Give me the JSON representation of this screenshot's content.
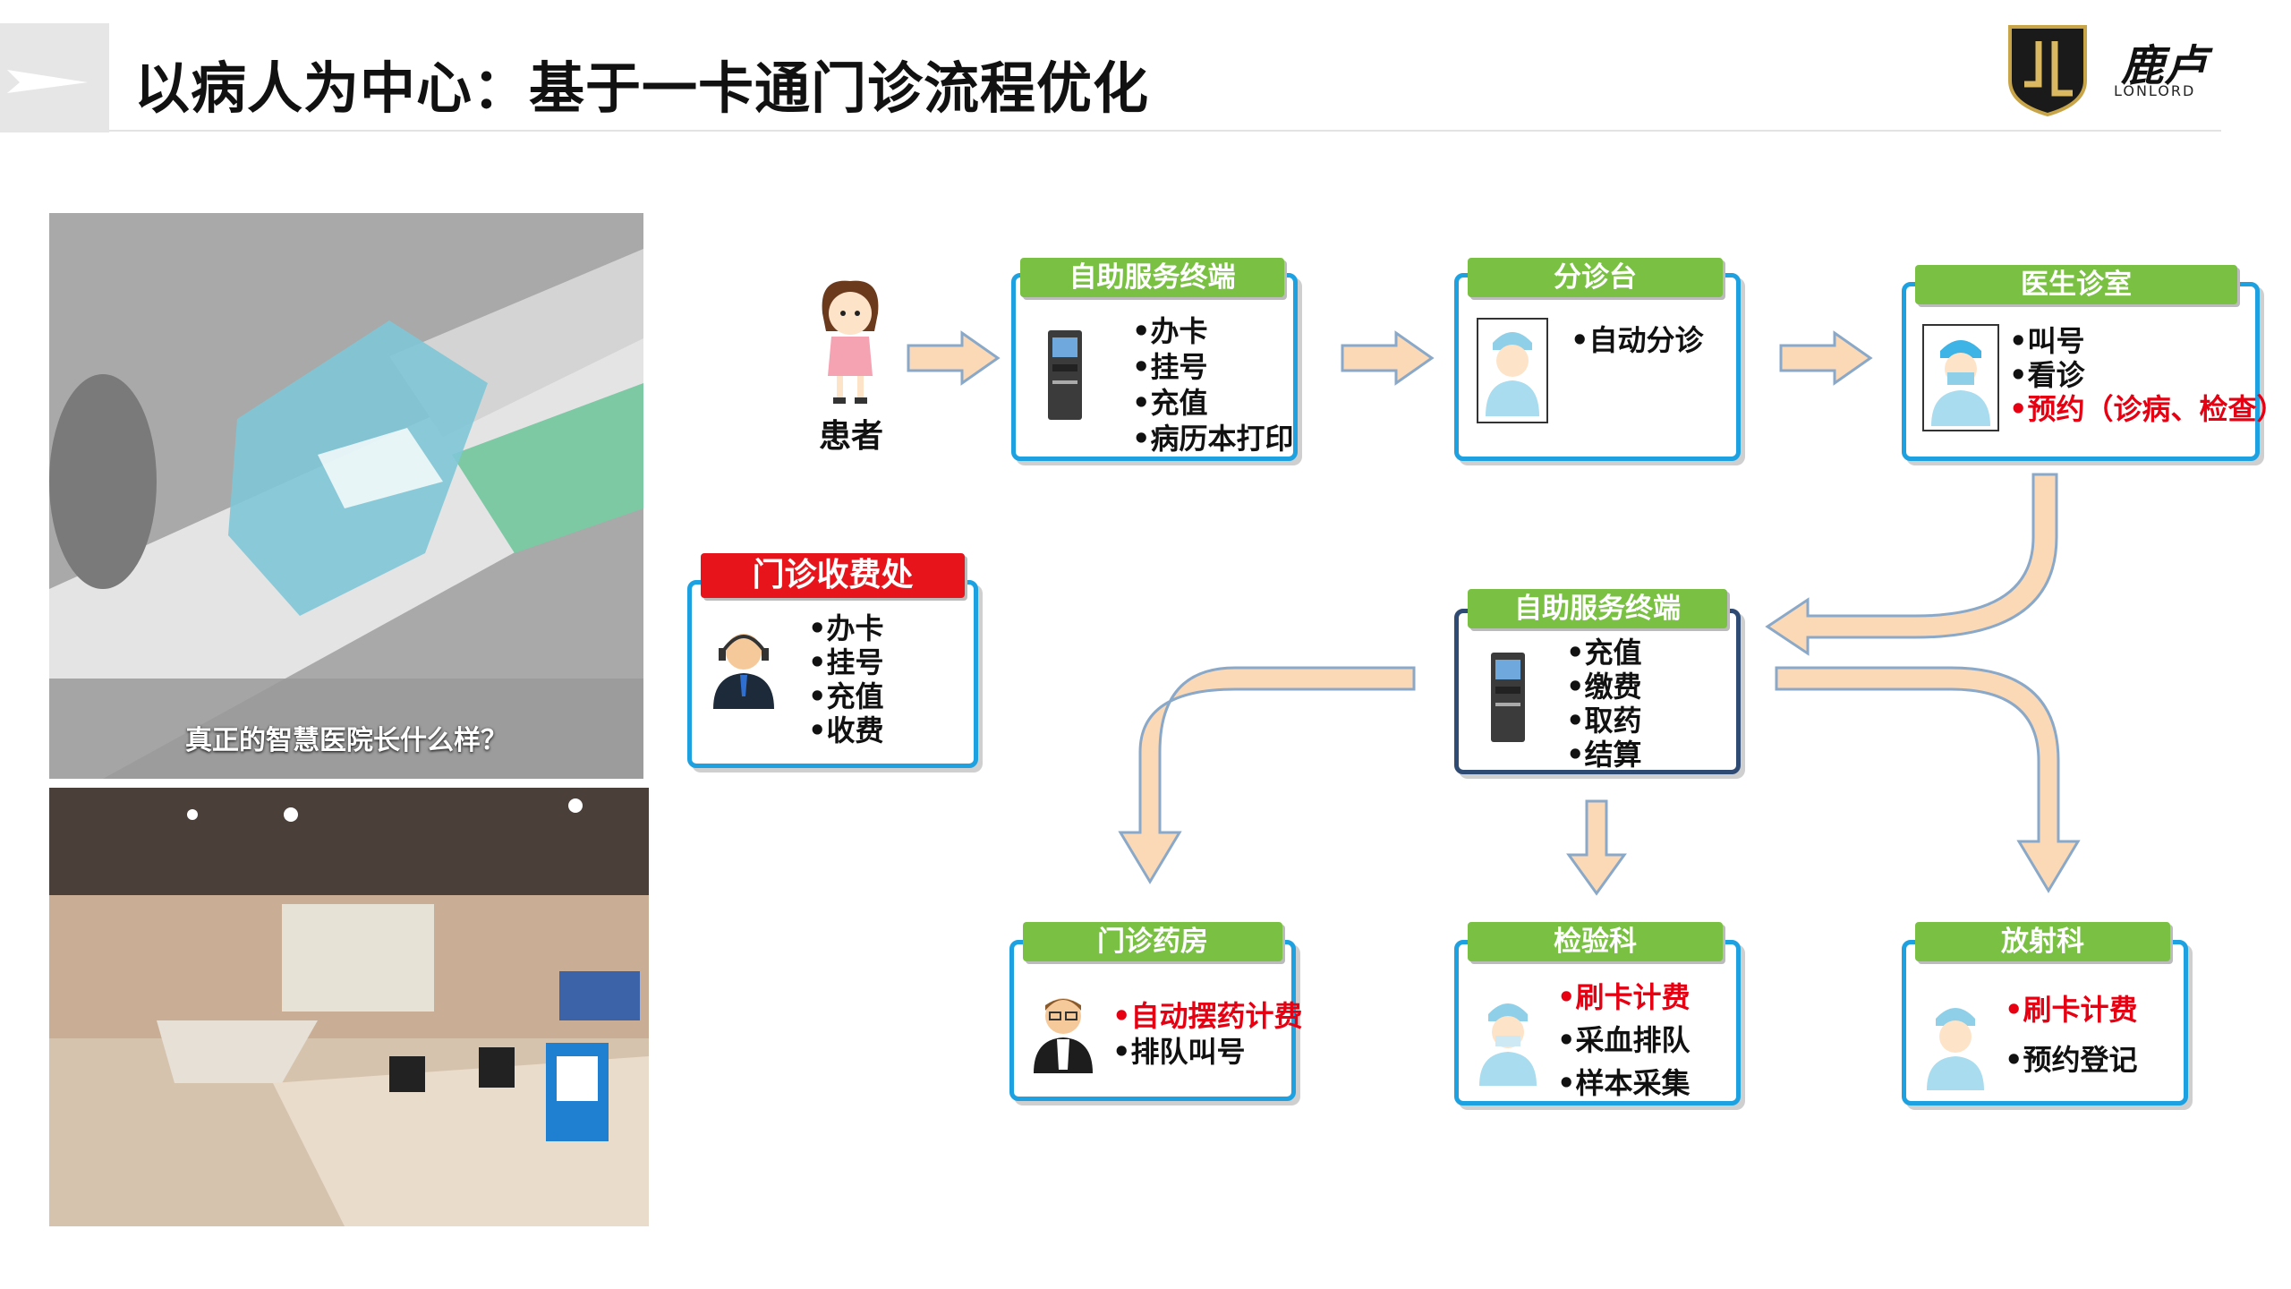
{
  "header": {
    "title": "以病人为中心：基于一卡通门诊流程优化",
    "brand_cn": "鹿卢",
    "brand_en": "LONLORD"
  },
  "photos": {
    "caption": "真正的智慧医院长什么样？"
  },
  "patient": {
    "label": "患者"
  },
  "nodes": {
    "self_service_1": {
      "title": "自助服务终端",
      "items": [
        "•办卡",
        "•挂号",
        "•充值",
        "•病历本打印"
      ]
    },
    "triage": {
      "title": "分诊台",
      "items": [
        "•自动分诊"
      ]
    },
    "doctor": {
      "title": "医生诊室",
      "items": [
        "•叫号",
        "•看诊"
      ],
      "highlight": "•预约（诊病、检查）"
    },
    "cashier": {
      "title": "门诊收费处",
      "items": [
        "•办卡",
        "•挂号",
        "•充值",
        "•收费"
      ]
    },
    "self_service_2": {
      "title": "自助服务终端",
      "items": [
        "•充值",
        "•缴费",
        "•取药",
        "•结算"
      ]
    },
    "pharmacy": {
      "title": "门诊药房",
      "highlight": "•自动摆药计费",
      "items": [
        "•排队叫号"
      ]
    },
    "lab": {
      "title": "检验科",
      "highlight": "•刷卡计费",
      "items": [
        "•采血排队",
        "•样本采集"
      ]
    },
    "radiology": {
      "title": "放射科",
      "highlight": "•刷卡计费",
      "items": [
        "•预约登记"
      ]
    }
  },
  "colors": {
    "box_border": "#1da1e0",
    "box_border_dark": "#2f4a73",
    "tag_green": "#7ac143",
    "tag_red": "#e8141c",
    "highlight": "#e60012",
    "arrow_fill": "#fcd9b6",
    "arrow_stroke": "#8aa8c8"
  },
  "icons": [
    "kiosk-icon",
    "nurse-icon",
    "doctor-icon",
    "operator-icon",
    "pharmacist-icon",
    "patient-girl-icon",
    "logo-icon"
  ]
}
